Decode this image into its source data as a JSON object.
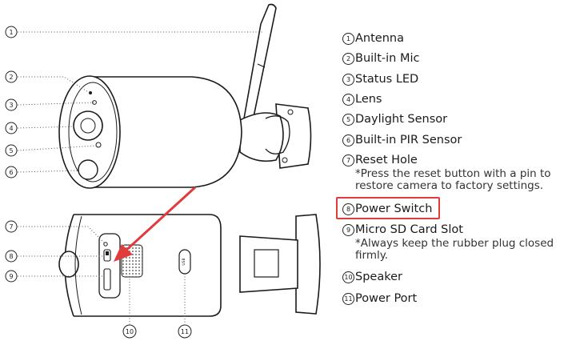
{
  "callouts": {
    "c1": "1",
    "c2": "2",
    "c3": "3",
    "c4": "4",
    "c5": "5",
    "c6": "6",
    "c7": "7",
    "c8": "8",
    "c9": "9",
    "c10": "10",
    "c11": "11"
  },
  "legend": [
    {
      "num": "1",
      "label": "Antenna"
    },
    {
      "num": "2",
      "label": "Built-in Mic"
    },
    {
      "num": "3",
      "label": "Status LED"
    },
    {
      "num": "4",
      "label": "Lens"
    },
    {
      "num": "5",
      "label": "Daylight Sensor"
    },
    {
      "num": "6",
      "label": "Built-in PIR Sensor"
    },
    {
      "num": "7",
      "label": "Reset Hole",
      "note1": "*Press the reset button with a pin to",
      "note2": "restore camera to factory settings."
    },
    {
      "num": "8",
      "label": "Power Switch"
    },
    {
      "num": "9",
      "label": "Micro SD Card Slot",
      "note1": "*Always keep the rubber plug closed",
      "note2": "firmly."
    },
    {
      "num": "10",
      "label": "Speaker"
    },
    {
      "num": "11",
      "label": "Power Port"
    }
  ],
  "port_label": "USB",
  "colors": {
    "highlight": "#e23b3b",
    "arrow": "#e23b3b",
    "line": "#1a1a1a"
  }
}
